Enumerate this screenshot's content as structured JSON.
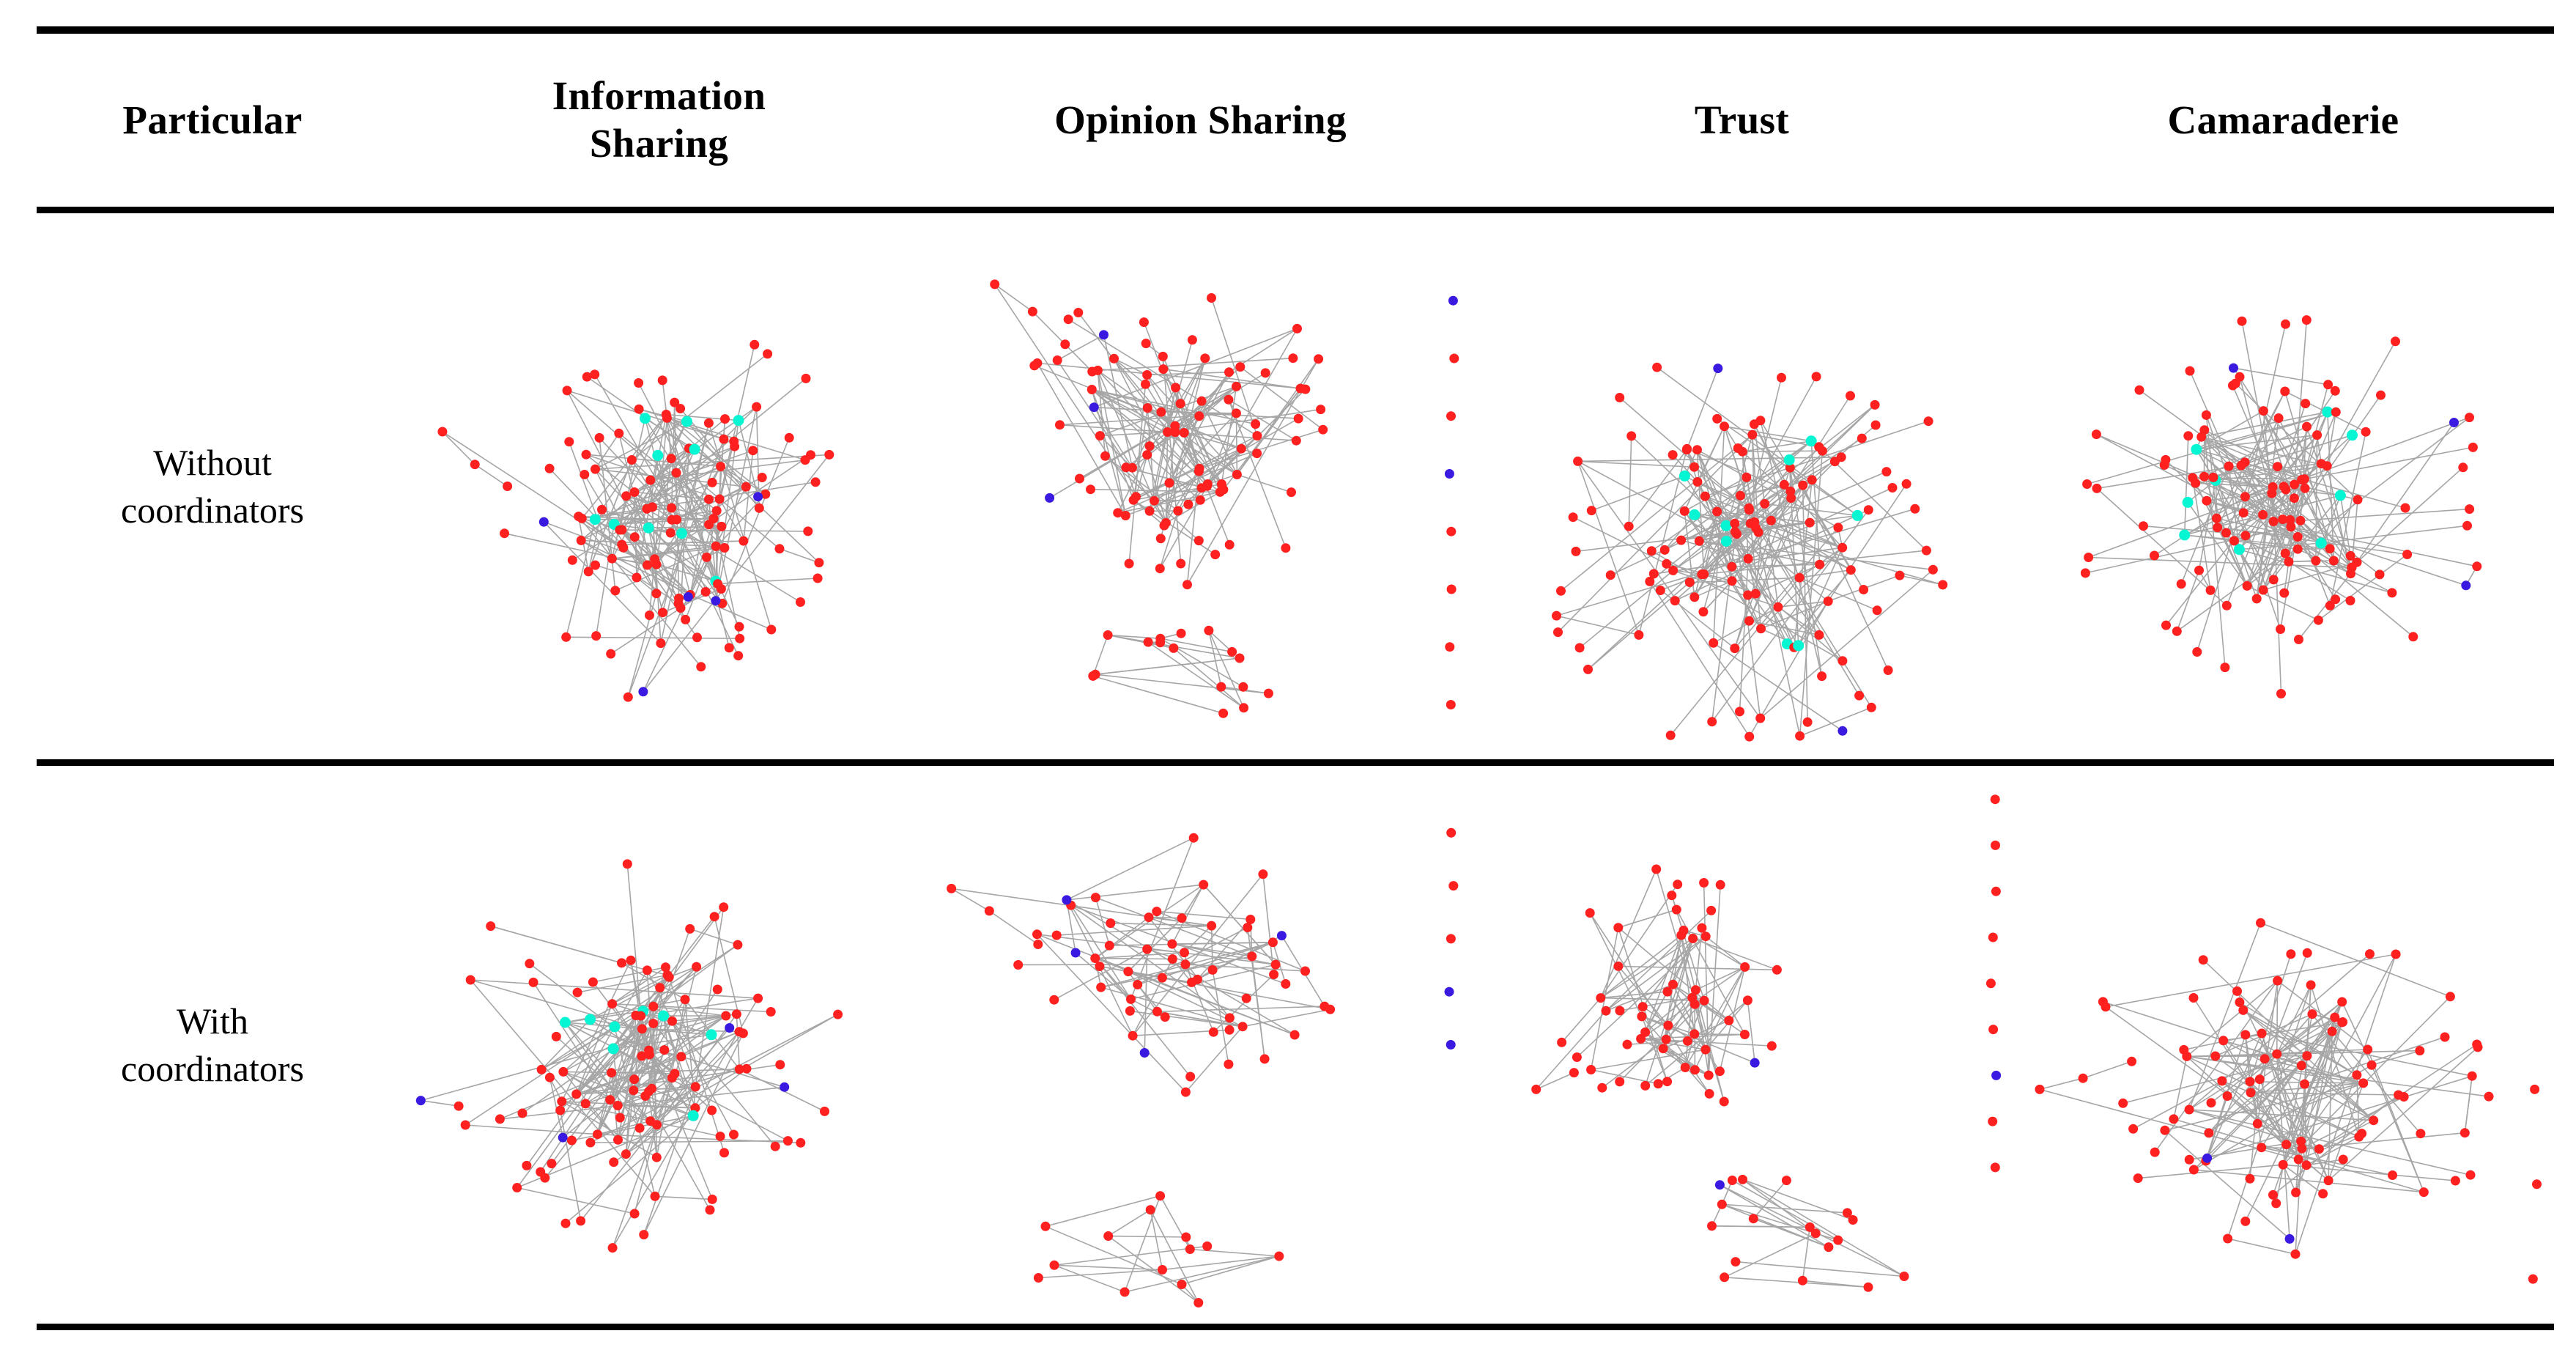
{
  "table": {
    "columns": [
      {
        "key": "particular",
        "label": "Particular"
      },
      {
        "key": "information_sharing",
        "label": "Information\nSharing"
      },
      {
        "key": "opinion_sharing",
        "label": "Opinion Sharing"
      },
      {
        "key": "trust",
        "label": "Trust"
      },
      {
        "key": "camaraderie",
        "label": "Camaraderie"
      }
    ],
    "rows": [
      {
        "key": "without_coordinators",
        "label": "Without\ncoordinators"
      },
      {
        "key": "with_coordinators",
        "label": "With\ncoordinators"
      }
    ],
    "rule_color": "#000000"
  },
  "legend": {
    "node_colors": {
      "red": "#ff2020",
      "cyan": "#06f5d2",
      "blue": "#3a1ae0"
    },
    "edge_color": "#a6a6a6"
  },
  "chart_data": [
    {
      "id": "without_coordinators-information_sharing",
      "type": "network-graph",
      "title": "Information Sharing — Without coordinators",
      "node_counts": {
        "red": 112,
        "cyan": 10,
        "blue": 5,
        "total": 127
      },
      "components": 2,
      "layout": "force-directed, single dense core with radial periphery",
      "seed": 1071,
      "core": {
        "cx": 0.52,
        "cy": 0.54,
        "spread": 0.2
      },
      "halo": {
        "count": 56,
        "rx": 0.3,
        "ry": 0.3
      },
      "tail": [
        [
          0.1,
          0.4
        ],
        [
          0.16,
          0.46
        ],
        [
          0.22,
          0.5
        ]
      ],
      "isolated_column": null
    },
    {
      "id": "without_coordinators-opinion_sharing",
      "type": "network-graph",
      "title": "Opinion Sharing — Without coordinators",
      "node_counts": {
        "red": 113,
        "cyan": 0,
        "blue": 5,
        "total": 118
      },
      "components": 4,
      "layout": "main cluster upper-left, secondary cluster lower, isolated right column",
      "seed": 2244,
      "core": {
        "cx": 0.44,
        "cy": 0.4,
        "spread": 0.17
      },
      "halo": {
        "count": 40,
        "rx": 0.26,
        "ry": 0.25
      },
      "tail": [
        [
          0.12,
          0.13
        ],
        [
          0.19,
          0.18
        ],
        [
          0.25,
          0.24
        ],
        [
          0.3,
          0.29
        ]
      ],
      "isolated_column": {
        "x": 0.965,
        "count": 8,
        "y0": 0.16,
        "y1": 0.9
      },
      "lower_cluster": {
        "cx": 0.45,
        "cy": 0.84,
        "spread": 0.17,
        "count": 16
      }
    },
    {
      "id": "without_coordinators-trust",
      "type": "network-graph",
      "title": "Trust — Without coordinators",
      "node_counts": {
        "red": 118,
        "cyan": 9,
        "blue": 2,
        "total": 129
      },
      "components": 1,
      "layout": "large dense hairball centred, wide radial fringe",
      "seed": 3311,
      "core": {
        "cx": 0.52,
        "cy": 0.6,
        "spread": 0.21
      },
      "halo": {
        "count": 60,
        "rx": 0.34,
        "ry": 0.32
      },
      "tail": null,
      "isolated_column": null
    },
    {
      "id": "without_coordinators-camaraderie",
      "type": "network-graph",
      "title": "Camaraderie — Without coordinators",
      "node_counts": {
        "red": 110,
        "cyan": 9,
        "blue": 3,
        "total": 122
      },
      "components": 1,
      "layout": "dense core slightly left of centre with broad spokes",
      "seed": 4455,
      "core": {
        "cx": 0.49,
        "cy": 0.52,
        "spread": 0.19
      },
      "halo": {
        "count": 56,
        "rx": 0.33,
        "ry": 0.31
      },
      "tail": null,
      "isolated_column": null
    },
    {
      "id": "with_coordinators-information_sharing",
      "type": "network-graph",
      "title": "Information Sharing — With coordinators",
      "node_counts": {
        "red": 100,
        "cyan": 8,
        "blue": 4,
        "total": 112
      },
      "components": 1,
      "layout": "single connected core, long spokes to right-hand sub-cluster",
      "seed": 5566,
      "core": {
        "cx": 0.47,
        "cy": 0.52,
        "spread": 0.19
      },
      "halo": {
        "count": 50,
        "rx": 0.31,
        "ry": 0.3
      },
      "tail": [
        [
          0.06,
          0.6
        ],
        [
          0.13,
          0.61
        ]
      ],
      "isolated_column": null
    },
    {
      "id": "with_coordinators-opinion_sharing",
      "type": "network-graph",
      "title": "Opinion Sharing — With coordinators",
      "node_counts": {
        "red": 74,
        "cyan": 0,
        "blue": 6,
        "total": 80
      },
      "components": 5,
      "layout": "upper main component, three small lower components, isolated right column",
      "seed": 6677,
      "core": {
        "cx": 0.47,
        "cy": 0.36,
        "spread": 0.17
      },
      "halo": {
        "count": 30,
        "rx": 0.26,
        "ry": 0.2
      },
      "tail": [
        [
          0.04,
          0.22
        ],
        [
          0.11,
          0.26
        ],
        [
          0.2,
          0.32
        ]
      ],
      "isolated_column": {
        "x": 0.965,
        "count": 5,
        "y0": 0.12,
        "y1": 0.5
      },
      "lower_cluster": {
        "cx": 0.42,
        "cy": 0.87,
        "spread": 0.2,
        "count": 14
      }
    },
    {
      "id": "with_coordinators-trust",
      "type": "network-graph",
      "title": "Trust — With coordinators",
      "node_counts": {
        "red": 82,
        "cyan": 0,
        "blue": 3,
        "total": 85
      },
      "components": 4,
      "layout": "diagonal chain cluster upper-left, small star clusters lower, isolated right column",
      "seed": 7788,
      "core": {
        "cx": 0.38,
        "cy": 0.44,
        "spread": 0.15
      },
      "halo": {
        "count": 26,
        "rx": 0.2,
        "ry": 0.24
      },
      "tail": [
        [
          0.12,
          0.58
        ],
        [
          0.19,
          0.55
        ]
      ],
      "isolated_column": {
        "x": 0.965,
        "count": 9,
        "y0": 0.06,
        "y1": 0.72
      },
      "lower_cluster": {
        "cx": 0.6,
        "cy": 0.84,
        "spread": 0.22,
        "count": 18
      }
    },
    {
      "id": "with_coordinators-camaraderie",
      "type": "network-graph",
      "title": "Camaraderie — With coordinators",
      "node_counts": {
        "red": 95,
        "cyan": 0,
        "blue": 2,
        "total": 97
      },
      "components": 3,
      "layout": "central hub with spokes, small clique upper-left, stragglers right",
      "seed": 8899,
      "core": {
        "cx": 0.5,
        "cy": 0.58,
        "spread": 0.19
      },
      "halo": {
        "count": 46,
        "rx": 0.32,
        "ry": 0.3
      },
      "tail": [
        [
          0.05,
          0.58
        ],
        [
          0.13,
          0.56
        ],
        [
          0.22,
          0.53
        ]
      ],
      "isolated_column": {
        "x": 0.965,
        "count": 3,
        "y0": 0.58,
        "y1": 0.92
      }
    }
  ]
}
